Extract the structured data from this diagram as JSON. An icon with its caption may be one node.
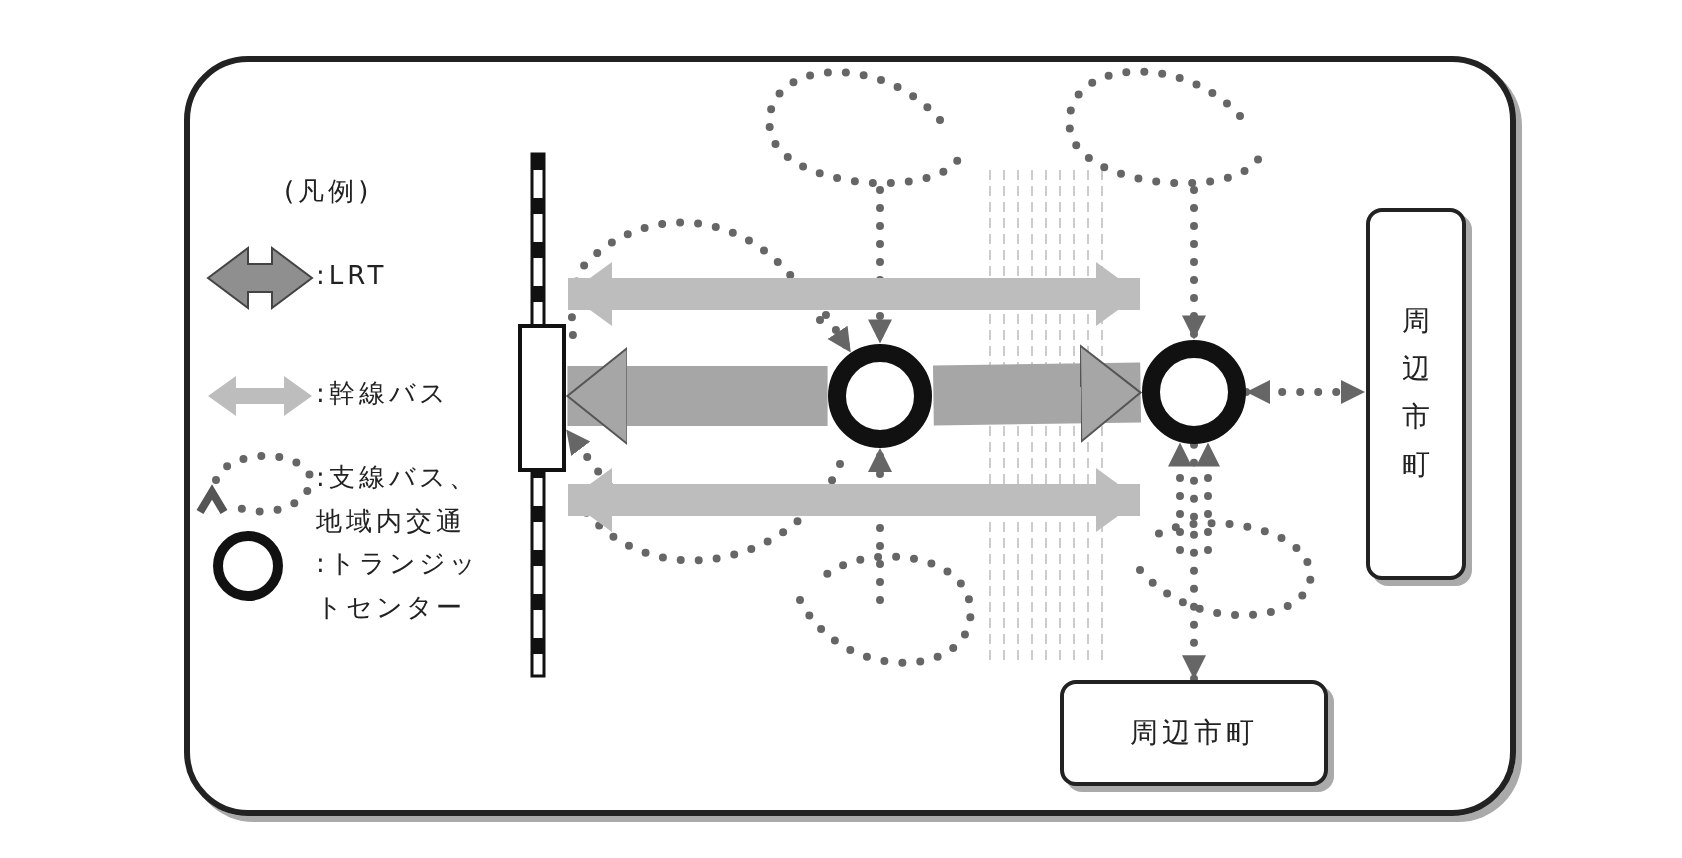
{
  "diagram": {
    "nodes": [
      {
        "text": [],
        "shape": "box"
      },
      {
        "text": [],
        "shape": "circle"
      },
      {
        "text": [],
        "shape": "circle"
      },
      {
        "text": [
          "周辺市町"
        ]
      },
      {
        "text": [
          "周辺市町"
        ]
      }
    ],
    "edges": [
      {
        "from": 1,
        "to": 0,
        "arrow": "to",
        "style": "thick",
        "color": "#a6a6a6"
      },
      {
        "from": 1,
        "to": 2,
        "arrow": "to",
        "style": "thick",
        "color": "#a6a6a6"
      },
      {
        "from": 2,
        "to": 3,
        "arrow": "both",
        "style": "dashed"
      },
      {
        "from": 2,
        "to": 4,
        "arrow": "to",
        "style": "dashed"
      },
      {
        "from": null,
        "to": 1,
        "arrow": "to",
        "style": "dashed"
      },
      {
        "from": null,
        "to": 1,
        "arrow": "to",
        "style": "dashed"
      },
      {
        "from": null,
        "to": 1,
        "arrow": "to",
        "style": "dashed"
      },
      {
        "from": null,
        "to": 0,
        "arrow": "to",
        "style": "dashed"
      },
      {
        "from": null,
        "to": 2,
        "arrow": "to",
        "style": "dashed"
      },
      {
        "from": null,
        "to": 2,
        "arrow": "to",
        "style": "dashed"
      },
      {
        "from": null,
        "to": 2,
        "arrow": "to",
        "style": "dashed"
      },
      {
        "from": 0,
        "to": 2,
        "arrow": "both",
        "style": "thick",
        "color": "#bdbdbd"
      },
      {
        "from": 0,
        "to": 2,
        "arrow": "both",
        "style": "thick",
        "color": "#bdbdbd"
      }
    ],
    "labels": [
      "(凡例)"
    ],
    "legend": [
      {
        "text": ":LRT"
      },
      {
        "text": ":幹線バス"
      },
      {
        "text": ":支線バス、地域内交通"
      },
      {
        "text": ":トランジットセンター"
      }
    ]
  }
}
